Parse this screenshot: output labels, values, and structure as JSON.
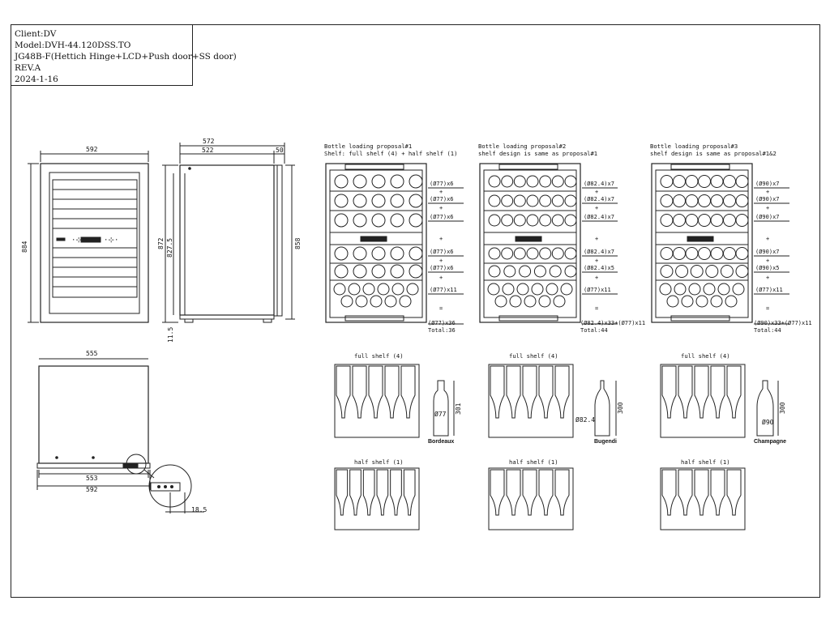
{
  "title_block": {
    "client": "Client:DV",
    "model": "Model:DVH-44.120DSS.TO",
    "description": "JG48B-F(Hettich Hinge+LCD+Push door+SS door)",
    "revision": "REV.A",
    "date": "2024-1-16"
  },
  "front_view": {
    "width": "592",
    "height": "884"
  },
  "side_view": {
    "depth_total": "572",
    "depth_body": "522",
    "door": "50",
    "height_total": "872",
    "height_body": "827.5",
    "height_right": "858",
    "foot": "11.5"
  },
  "bottom_view": {
    "top_width": "555",
    "inner_width": "553",
    "outer_width": "592",
    "detail_dim": "18.5"
  },
  "proposals": [
    {
      "title": "Bottle loading proposal#1",
      "subtitle": "Shelf: full shelf (4) + half shelf (1)",
      "rows": [
        "(Ø77)x6",
        "+",
        "(Ø77)x6",
        "+",
        "(Ø77)x6",
        "+",
        "(Ø77)x6",
        "+",
        "(Ø77)x6",
        "+",
        "(Ø77)x11",
        "="
      ],
      "sum": "(Ø77)x36",
      "total": "Total:36",
      "full_shelf": "full shelf (4)",
      "half_shelf": "half shelf (1)",
      "bottle_diameter": "Ø77",
      "bottle_height": "301",
      "bottle_name": "Bordeaux"
    },
    {
      "title": "Bottle loading proposal#2",
      "subtitle": "shelf design is same as proposal#1",
      "rows": [
        "(Ø82.4)x7",
        "+",
        "(Ø82.4)x7",
        "+",
        "(Ø82.4)x7",
        "+",
        "(Ø82.4)x7",
        "+",
        "(Ø82.4)x5",
        "+",
        "(Ø77)x11",
        "="
      ],
      "sum": "(Ø82.4)x33+(Ø77)x11",
      "total": "Total:44",
      "full_shelf": "full shelf (4)",
      "half_shelf": "half shelf (1)",
      "bottle_diameter": "Ø82.4",
      "bottle_height": "300",
      "bottle_name": "Bugendi"
    },
    {
      "title": "Bottle loading proposal#3",
      "subtitle": "shelf design is same as proposal#1&2",
      "rows": [
        "(Ø90)x7",
        "+",
        "(Ø90)x7",
        "+",
        "(Ø90)x7",
        "+",
        "(Ø90)x7",
        "+",
        "(Ø90)x5",
        "+",
        "(Ø77)x11",
        "="
      ],
      "sum": "(Ø90)x33+(Ø77)x11",
      "total": "Total:44",
      "full_shelf": "full shelf (4)",
      "half_shelf": "half shelf (1)",
      "bottle_diameter": "Ø90",
      "bottle_height": "300",
      "bottle_name": "Champagne"
    }
  ]
}
